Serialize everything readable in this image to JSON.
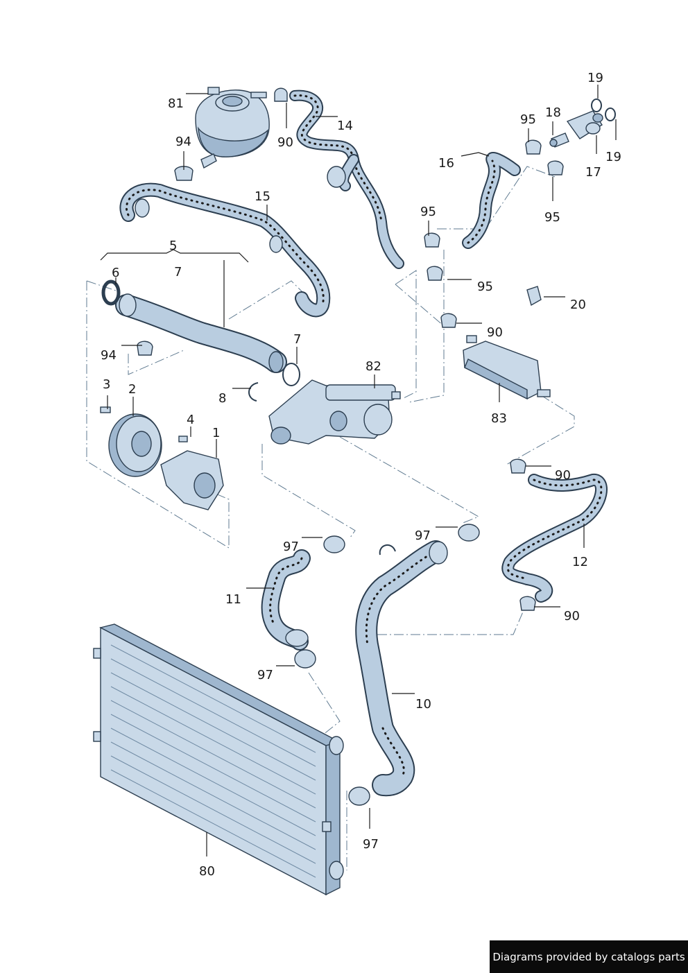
{
  "callouts": [
    {
      "id": "81",
      "text": "81"
    },
    {
      "id": "90a",
      "text": "90"
    },
    {
      "id": "14",
      "text": "14"
    },
    {
      "id": "94a",
      "text": "94"
    },
    {
      "id": "15",
      "text": "15"
    },
    {
      "id": "19a",
      "text": "19"
    },
    {
      "id": "95a",
      "text": "95"
    },
    {
      "id": "18",
      "text": "18"
    },
    {
      "id": "16",
      "text": "16"
    },
    {
      "id": "17",
      "text": "17"
    },
    {
      "id": "19b",
      "text": "19"
    },
    {
      "id": "95b",
      "text": "95"
    },
    {
      "id": "95c",
      "text": "95"
    },
    {
      "id": "95d",
      "text": "95"
    },
    {
      "id": "20",
      "text": "20"
    },
    {
      "id": "5",
      "text": "5"
    },
    {
      "id": "6",
      "text": "6"
    },
    {
      "id": "7a",
      "text": "7"
    },
    {
      "id": "90b",
      "text": "90"
    },
    {
      "id": "94b",
      "text": "94"
    },
    {
      "id": "7b",
      "text": "7"
    },
    {
      "id": "82",
      "text": "82"
    },
    {
      "id": "8",
      "text": "8"
    },
    {
      "id": "3",
      "text": "3"
    },
    {
      "id": "2",
      "text": "2"
    },
    {
      "id": "4",
      "text": "4"
    },
    {
      "id": "1",
      "text": "1"
    },
    {
      "id": "83",
      "text": "83"
    },
    {
      "id": "90c",
      "text": "90"
    },
    {
      "id": "97a",
      "text": "97"
    },
    {
      "id": "97b",
      "text": "97"
    },
    {
      "id": "11",
      "text": "11"
    },
    {
      "id": "12",
      "text": "12"
    },
    {
      "id": "90d",
      "text": "90"
    },
    {
      "id": "97c",
      "text": "97"
    },
    {
      "id": "10",
      "text": "10"
    },
    {
      "id": "97d",
      "text": "97"
    },
    {
      "id": "80",
      "text": "80"
    }
  ],
  "footer": {
    "text": "Diagrams provided by catalogs parts"
  },
  "colors": {
    "part_fill": "#c9d9e8",
    "part_shadow": "#9fb7cf",
    "outline": "#2c3e50",
    "footer_bg": "#0b0b0b"
  }
}
